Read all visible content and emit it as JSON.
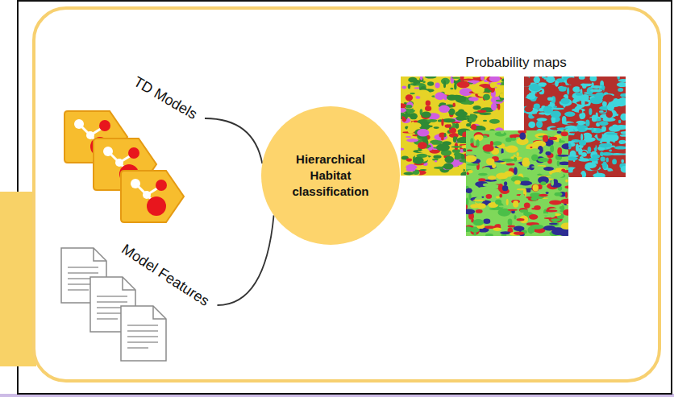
{
  "diagram": {
    "nodes": [
      {
        "text": [
          "TD Models"
        ]
      },
      {
        "text": [
          "Model Features"
        ]
      },
      {
        "text": [
          "Hierarchical Habitat classification"
        ]
      }
    ],
    "edges": [
      {
        "from": 0,
        "to": 2,
        "arrow": "none"
      },
      {
        "from": 1,
        "to": 2,
        "arrow": "none"
      }
    ],
    "labels": [
      "Probability maps"
    ]
  }
}
